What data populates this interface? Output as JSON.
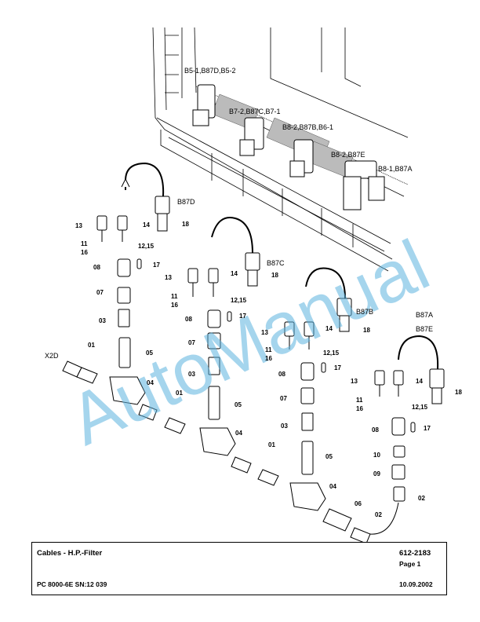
{
  "callouts": {
    "b5": "B5-1,B87D,B5-2",
    "b7": "B7-2,B87C,B7-1",
    "b6": "B8-2,B87B,B6-1",
    "b8e": "B8-2,B87E",
    "b8a": "B8-1,B87A",
    "x2d": "X2D",
    "b87d": "B87D",
    "b87c": "B87C",
    "b87b": "B87B",
    "b87a": "B87A",
    "b87e": "B87E"
  },
  "parts": {
    "p01": "01",
    "p02": "02",
    "p03": "03",
    "p04": "04",
    "p05": "05",
    "p06": "06",
    "p07": "07",
    "p08": "08",
    "p09": "09",
    "p10": "10",
    "p11": "11",
    "p12_15": "12,15",
    "p13": "13",
    "p14": "14",
    "p16": "16",
    "p17": "17",
    "p18": "18"
  },
  "watermark": "AutoManual",
  "title_block": {
    "title": "Cables -  H.P.-Filter",
    "part_number": "612-2183",
    "page": "Page 1",
    "model": "PC 8000-6E SN:12 039",
    "date": "10.09.2002"
  }
}
